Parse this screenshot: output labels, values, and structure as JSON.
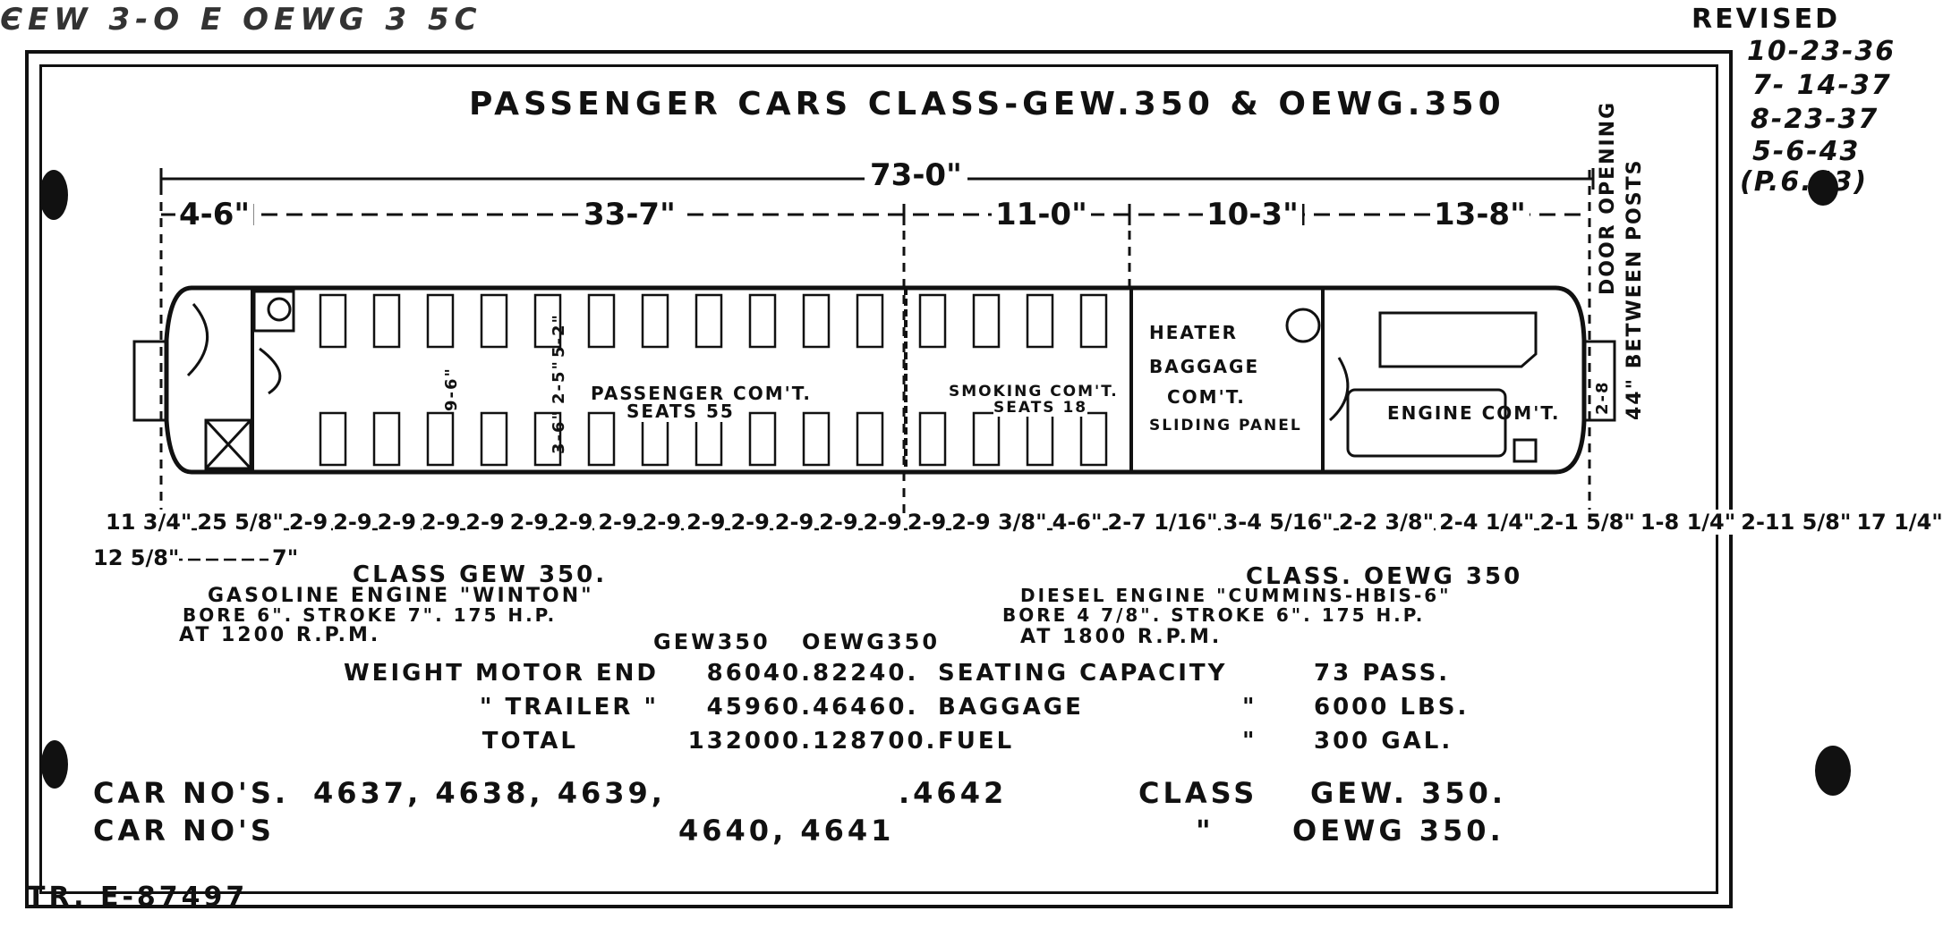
{
  "header_scrawl": "ЄEW 3-O E  OEWG 3 5C",
  "title": "PASSENGER  CARS  CLASS-GEW.350 & OEWG.350",
  "revised": {
    "label": "REVISED",
    "dates": [
      "10-23-36",
      "7- 14-37",
      "8-23-37",
      "5-6-43",
      "(P.6.43)"
    ]
  },
  "overall_length": "73-0\"",
  "section_lengths": [
    "4-6\"",
    "33-7\"",
    "11-0\"",
    "10-3\"",
    "13-8\""
  ],
  "door_note": "DOOR OPENING",
  "posts_note": "44\" BETWEEN POSTS",
  "door_dim": "2-8",
  "seat_dims": [
    "5-2\"",
    "9-6\"",
    "2-5\"",
    "3-6\""
  ],
  "compartments": {
    "passenger": "PASSENGER COM'T.",
    "passenger_seats": "SEATS 55",
    "smoking": "SMOKING COM'T.",
    "smoking_seats": "SEATS 18",
    "heater": "HEATER",
    "baggage": "BAGGAGE",
    "baggage2": "COM'T.",
    "sliding": "SLIDING PANEL",
    "engine": "ENGINE COM'T."
  },
  "bottom_dims": [
    "11 3/4\"",
    "25 5/8\"",
    "2-9",
    "2-9",
    "2-9",
    "2-9",
    "2-9",
    "2-9",
    "2-9",
    "2-9",
    "2-9",
    "2-9",
    "2-9",
    "2-9",
    "2-9",
    "2-9",
    "2-9",
    "2-9 3/8\"",
    "4-6\"",
    "2-7 1/16\"",
    "3-4 5/16\"",
    "2-2 3/8\"",
    "2-4 1/4\"",
    "2-1 5/8\"",
    "1-8 1/4\"",
    "2-11 5/8\"",
    "17 1/4\""
  ],
  "bottom_dims2": [
    "12 5/8\"",
    "7\""
  ],
  "class_gew": {
    "heading": "CLASS GEW 350.",
    "engine": "GASOLINE ENGINE \"WINTON\"",
    "bore": "BORE 6\". STROKE 7\".  175 H.P.",
    "rpm": "AT 1200 R.P.M."
  },
  "class_oewg": {
    "heading": "CLASS. OEWG 350",
    "engine": "DIESEL ENGINE \"CUMMINS-HBIS-6\"",
    "bore": "BORE 4 7/8\".  STROKE 6\".  175 H.P.",
    "rpm": "AT 1800 R.P.M."
  },
  "col_heads": {
    "gew": "GEW350",
    "oewg": "OEWG350"
  },
  "weights": [
    {
      "label": "WEIGHT MOTOR END",
      "gew": "86040.",
      "oewg": "82240.",
      "item": "SEATING CAPACITY",
      "ditto": "",
      "value": "73 PASS."
    },
    {
      "label": "\"      TRAILER  \"",
      "gew": "45960.",
      "oewg": "46460.",
      "item": "BAGGAGE",
      "ditto": "\"",
      "value": "6000 LBS."
    },
    {
      "label": "TOTAL",
      "gew": "132000.",
      "oewg": "128700.",
      "item": "FUEL",
      "ditto": "\"",
      "value": "300 GAL."
    }
  ],
  "car_nos": [
    {
      "label": "CAR NO'S.",
      "numbers": "4637, 4638, 4639,",
      "extra": ".4642",
      "cls_label": "CLASS",
      "cls": "GEW. 350."
    },
    {
      "label": "CAR NO'S",
      "numbers": "",
      "extra": "4640, 4641",
      "cls_label": "\"",
      "cls": "OEWG 350."
    }
  ],
  "tracing_no": "TR. E-87497"
}
